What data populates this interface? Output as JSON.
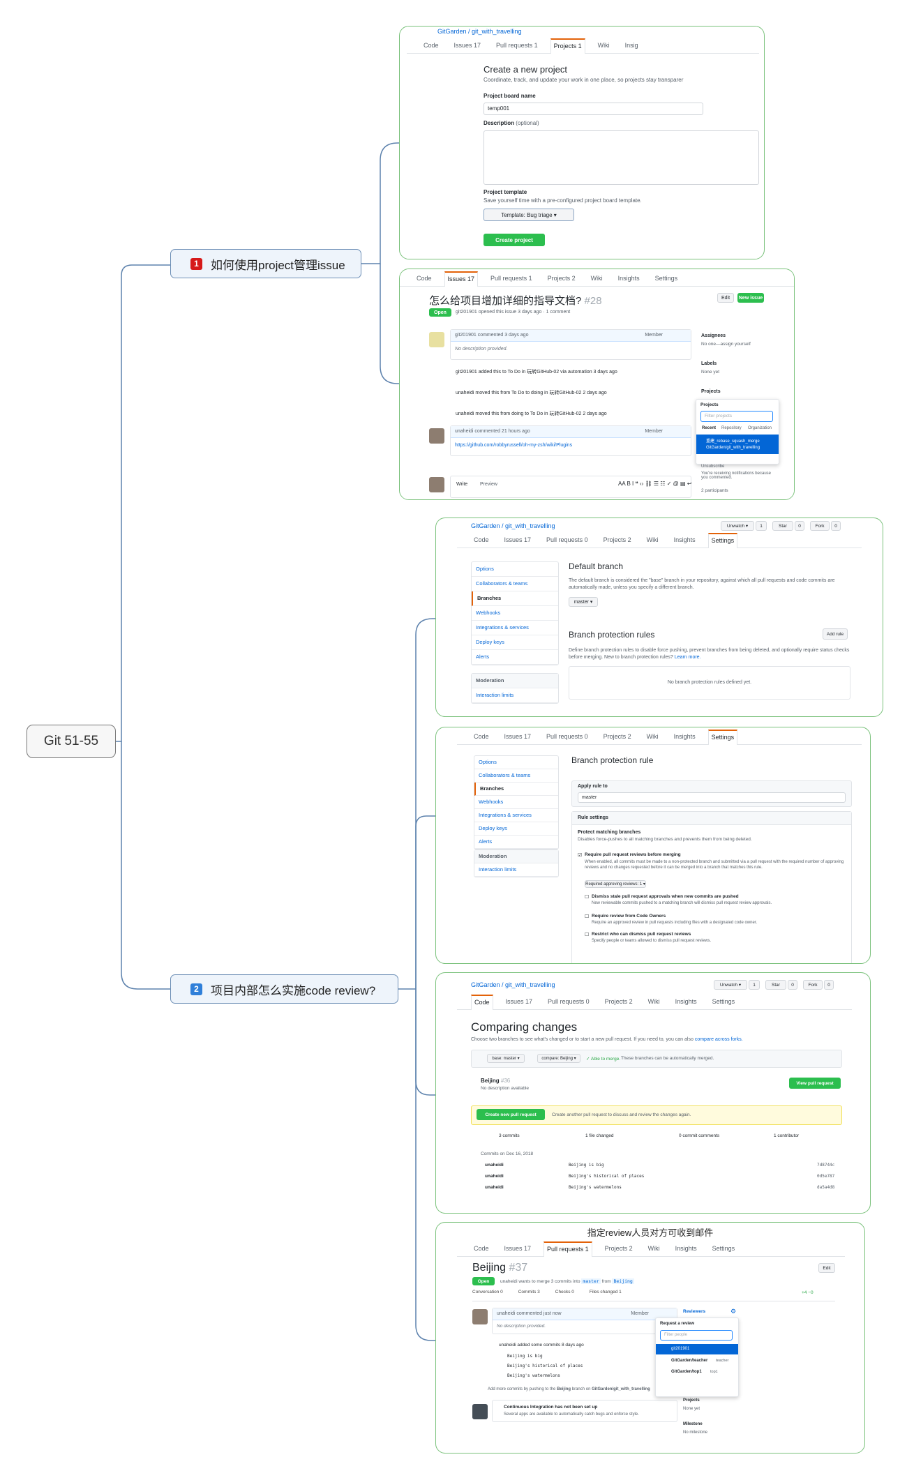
{
  "root": {
    "label": "Git 51-55"
  },
  "topics": [
    {
      "number": "1",
      "label": "如何使用project管理issue"
    },
    {
      "number": "2",
      "label": "项目内部怎么实施code review?"
    }
  ],
  "colors": {
    "connector": "#5d82ad",
    "frame": "#79c17a",
    "badge1": "#d61a1a",
    "badge2": "#2f7fd9",
    "accent": "#e36209",
    "green_button": "#2cbe4e"
  },
  "shot1": {
    "repo": "GitGarden / git_with_travelling",
    "tabs": [
      "Code",
      "Issues 17",
      "Pull requests 1",
      "Projects 1",
      "Wiki",
      "Insig"
    ],
    "title": "Create a new project",
    "subtitle": "Coordinate, track, and update your work in one place, so projects stay transparer",
    "name_label": "Project board name",
    "name_value": "temp001",
    "desc_label": "Description",
    "desc_optional": "(optional)",
    "template_label": "Project template",
    "template_hint": "Save yourself time with a pre-configured project board template.",
    "template_select": "Template: Bug triage ▾",
    "create_button": "Create project"
  },
  "shot2": {
    "tabs": [
      "Code",
      "Issues 17",
      "Pull requests 1",
      "Projects 2",
      "Wiki",
      "Insights",
      "Settings"
    ],
    "title": "怎么给项目增加详细的指导文档?",
    "number": "#28",
    "status": "Open",
    "meta": "git201901 opened this issue 3 days ago · 1 comment",
    "edit": "Edit",
    "new_issue": "New issue",
    "comment1_head": "git201901 commented 3 days ago",
    "member": "Member",
    "comment1_body": "No description provided.",
    "events": [
      "git201901 added this to To Do in 玩转GitHub-02 via automation 3 days ago",
      "unaheidi moved this from To Do to doing in 玩转GitHub-02 2 days ago",
      "unaheidi moved this from doing to To Do in 玩转GitHub-02 2 days ago"
    ],
    "comment2_head": "unaheidi commented 21 hours ago",
    "comment2_body": "https://github.com/robbyrussell/oh-my-zsh/wiki/Plugins",
    "write": "Write",
    "preview": "Preview",
    "sidebar": {
      "assignees": "Assignees",
      "assignees_value": "No one—assign yourself",
      "labels": "Labels",
      "labels_value": "None yet",
      "projects": "Projects",
      "dropdown_title": "Projects",
      "dropdown_filter": "Filter projects",
      "dropdown_tabs": [
        "Recent",
        "Repository",
        "Organization"
      ],
      "dropdown_items": [
        "重建_rebase_squash_merge",
        "GitGarden/git_with_travelling"
      ],
      "notify1": "Unsubscribe",
      "notify2": "You're receiving notifications because you commented.",
      "participants": "2 participants"
    }
  },
  "shot3": {
    "repo": "GitGarden / git_with_travelling",
    "repo_buttons": [
      "Unwatch ▾",
      "1",
      "Star",
      "0",
      "Fork",
      "0"
    ],
    "tabs": [
      "Code",
      "Issues 17",
      "Pull requests 0",
      "Projects 2",
      "Wiki",
      "Insights",
      "Settings"
    ],
    "menu": [
      "Options",
      "Collaborators & teams",
      "Branches",
      "Webhooks",
      "Integrations & services",
      "Deploy keys",
      "Alerts"
    ],
    "moderation": "Moderation",
    "interaction": "Interaction limits",
    "default_branch": "Default branch",
    "default_desc": "The default branch is considered the \"base\" branch in your repository, against which all pull requests and code commits are automatically made, unless you specify a different branch.",
    "branch_select": "master ▾",
    "protection_title": "Branch protection rules",
    "add_rule": "Add rule",
    "protection_desc": "Define branch protection rules to disable force pushing, prevent branches from being deleted, and optionally require status checks before merging. New to branch protection rules?",
    "learn_more": "Learn more.",
    "no_rules": "No branch protection rules defined yet."
  },
  "shot4": {
    "tabs": [
      "Code",
      "Issues 17",
      "Pull requests 0",
      "Projects 2",
      "Wiki",
      "Insights",
      "Settings"
    ],
    "menu": [
      "Options",
      "Collaborators & teams",
      "Branches",
      "Webhooks",
      "Integrations & services",
      "Deploy keys",
      "Alerts"
    ],
    "moderation": "Moderation",
    "interaction": "Interaction limits",
    "title": "Branch protection rule",
    "apply_label": "Apply rule to",
    "apply_value": "master",
    "settings_label": "Rule settings",
    "protect_title": "Protect matching branches",
    "protect_desc": "Disables force-pushes to all matching branches and prevents them from being deleted.",
    "opt1_title": "Require pull request reviews before merging",
    "opt1_desc": "When enabled, all commits must be made to a non-protected branch and submitted via a pull request with the required number of approving reviews and no changes requested before it can be merged into a branch that matches this rule.",
    "opt1_select": "Required approving reviews: 1 ▾",
    "opt2_title": "Dismiss stale pull request approvals when new commits are pushed",
    "opt2_desc": "New reviewable commits pushed to a matching branch will dismiss pull request review approvals.",
    "opt3_title": "Require review from Code Owners",
    "opt3_desc": "Require an approved review in pull requests including files with a designated code owner.",
    "opt4_title": "Restrict who can dismiss pull request reviews",
    "opt4_desc": "Specify people or teams allowed to dismiss pull request reviews."
  },
  "shot5": {
    "repo": "GitGarden / git_with_travelling",
    "repo_buttons": [
      "Unwatch ▾",
      "1",
      "Star",
      "0",
      "Fork",
      "0"
    ],
    "tabs": [
      "Code",
      "Issues 17",
      "Pull requests 0",
      "Projects 2",
      "Wiki",
      "Insights",
      "Settings"
    ],
    "title": "Comparing changes",
    "subtitle": "Choose two branches to see what's changed or to start a new pull request. If you need to, you can also",
    "subtitle_link": "compare across forks.",
    "base": "base: master ▾",
    "compare": "compare: Beijing ▾",
    "able": "✓ Able to merge.",
    "able_rest": "These branches can be automatically merged.",
    "pr_name": "Beijing",
    "pr_num": "#36",
    "pr_desc": "No description available",
    "view_pr": "View pull request",
    "create_pr": "Create new pull request",
    "create_hint": "Create another pull request to discuss and review the changes again.",
    "stats": [
      "3 commits",
      "1 file changed",
      "0 commit comments",
      "1 contributor"
    ],
    "commits_on": "Commits on Dec 16, 2018",
    "commits": [
      {
        "author": "unaheidi",
        "msg": "Beijing is big",
        "sha": "7d8744c"
      },
      {
        "author": "unaheidi",
        "msg": "Beijing's historical of places",
        "sha": "0d5e787"
      },
      {
        "author": "unaheidi",
        "msg": "Beijing's watermelons",
        "sha": "da5a4d8"
      }
    ]
  },
  "shot6": {
    "note": "指定review人员对方可收到邮件",
    "tabs": [
      "Code",
      "Issues 17",
      "Pull requests 1",
      "Projects 2",
      "Wiki",
      "Insights",
      "Settings"
    ],
    "title": "Beijing",
    "number": "#37",
    "edit": "Edit",
    "status": "Open",
    "meta_a": "unaheidi wants to merge 3 commits into",
    "meta_base": "master",
    "meta_from": "from",
    "meta_head": "Beijing",
    "pr_tabs": [
      "Conversation 0",
      "Commits 3",
      "Checks 0",
      "Files changed 1"
    ],
    "diffstat": "+4 −0",
    "comment_head": "unaheidi commented just now",
    "member": "Member",
    "comment_body": "No description provided.",
    "added": "unaheidi added some commits 8 days ago",
    "commits": [
      "Beijing is big",
      "Beijing's historical of places",
      "Beijing's watermelons"
    ],
    "push_hint_a": "Add more commits by pushing to the",
    "push_hint_branch": "Beijing",
    "push_hint_b": "branch on",
    "push_hint_repo": "GitGarden/git_with_travelling",
    "ci_title": "Continuous Integration has not been set up",
    "ci_desc": "Several apps are available to automatically catch bugs and enforce style.",
    "reviewers": "Reviewers",
    "request_title": "Request a review",
    "filter": "Filter people",
    "people": [
      {
        "name": "git201901",
        "tag": ""
      },
      {
        "name": "GitGarden/teacher",
        "tag": "teacher"
      },
      {
        "name": "GitGarden/top1",
        "tag": "top1"
      }
    ],
    "projects": "Projects",
    "projects_value": "None yet",
    "milestone": "Milestone",
    "milestone_value": "No milestone"
  }
}
